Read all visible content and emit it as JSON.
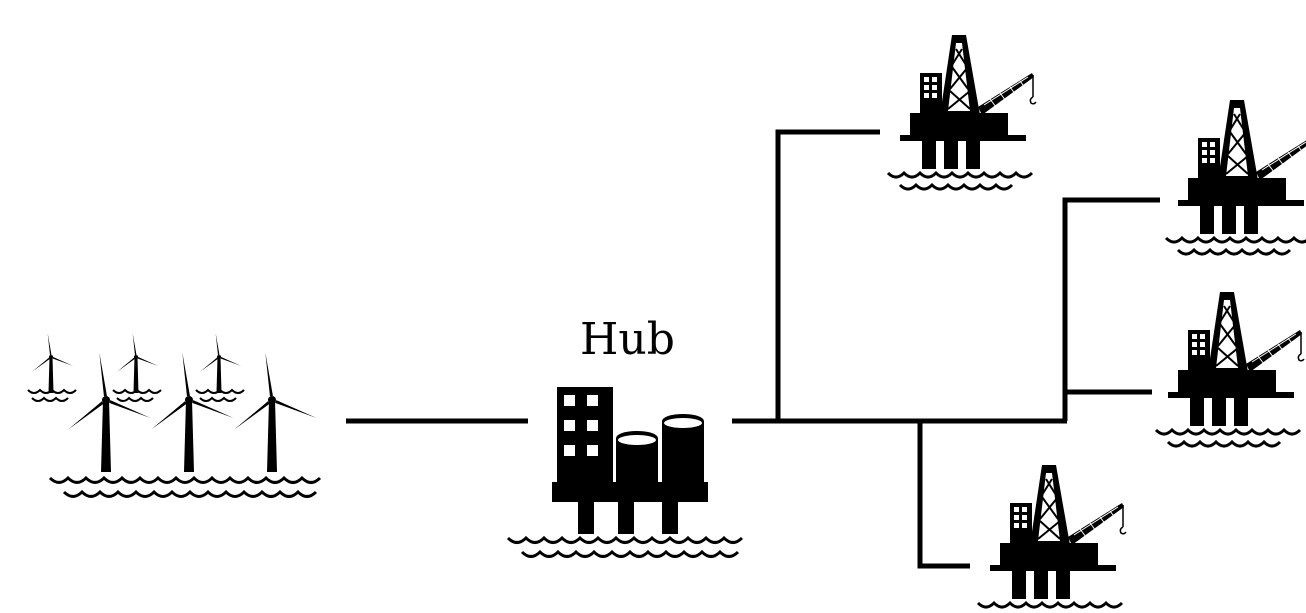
{
  "hub": {
    "label": "Hub"
  },
  "colors": {
    "ink": "#000000",
    "background": "#ffffff"
  },
  "nodes": [
    {
      "name": "wind-farm",
      "type": "offshore-wind-farm"
    },
    {
      "name": "hub",
      "type": "hub-platform"
    },
    {
      "name": "oil-platform-1",
      "type": "oil-platform"
    },
    {
      "name": "oil-platform-2",
      "type": "oil-platform"
    },
    {
      "name": "oil-platform-3",
      "type": "oil-platform"
    },
    {
      "name": "oil-platform-4",
      "type": "oil-platform"
    }
  ]
}
